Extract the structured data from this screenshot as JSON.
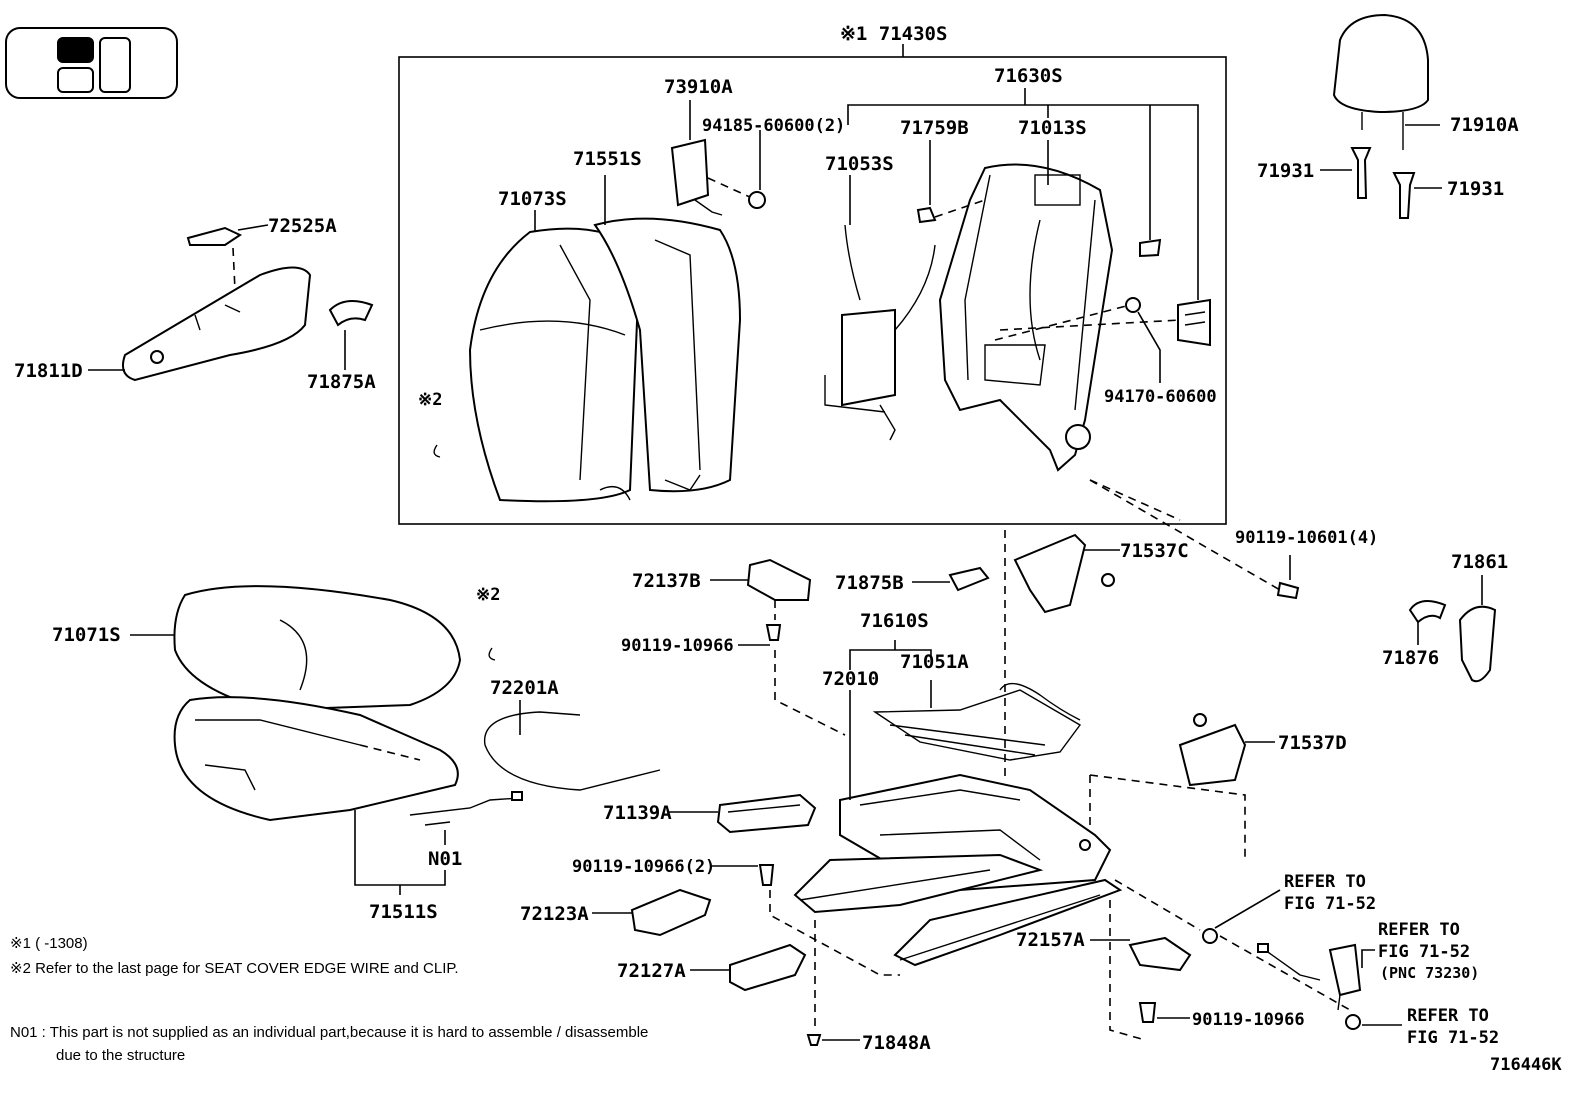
{
  "labels": {
    "assy_71430s": "※1 71430S",
    "p73910a": "73910A",
    "p94185": "94185-60600(2)",
    "p71551s": "71551S",
    "p71073s": "71073S",
    "p71630s": "71630S",
    "p71759b": "71759B",
    "p71013s": "71013S",
    "p71053s": "71053S",
    "p94170": "94170-60600",
    "ref2_back": "※2",
    "p72525a": "72525A",
    "p71811d": "71811D",
    "p71875a": "71875A",
    "p71910a": "71910A",
    "p71931_left": "71931",
    "p71931_right": "71931",
    "p90119_10601": "90119-10601(4)",
    "p71861": "71861",
    "p71876": "71876",
    "p71071s": "71071S",
    "ref2_cushion": "※2",
    "p72201a": "72201A",
    "pn01": "N01",
    "p71511s": "71511S",
    "p72137b": "72137B",
    "p90119_10966_top": "90119-10966",
    "p71875b": "71875B",
    "p71537c": "71537C",
    "p71610s": "71610S",
    "p71051a": "71051A",
    "p72010": "72010",
    "p71537d": "71537D",
    "p71139a": "71139A",
    "p90119_10966_2": "90119-10966(2)",
    "p72123a": "72123A",
    "p72127a": "72127A",
    "p71848a": "71848A",
    "p72157a": "72157A",
    "p90119_10966_bottom": "90119-10966",
    "ref_1_line1": "REFER TO",
    "ref_1_line2": "FIG 71-52",
    "ref_2_line1": "REFER TO",
    "ref_2_line2": "FIG 71-52",
    "ref_2_line3": "(PNC 73230)",
    "ref_3_line1": "REFER TO",
    "ref_3_line2": "FIG 71-52"
  },
  "notes": {
    "note1": "※1 (      -1308)",
    "note2": "※2 Refer to the last page for SEAT COVER EDGE WIRE and CLIP.",
    "n01_line1": "N01 : This part is not supplied as an individual part,because it is hard to assemble / disassemble",
    "n01_line2": "due to the structure"
  },
  "figure_id": "716446K",
  "icons": {
    "seat_position_indicator": "seat-position-indicator-icon"
  }
}
